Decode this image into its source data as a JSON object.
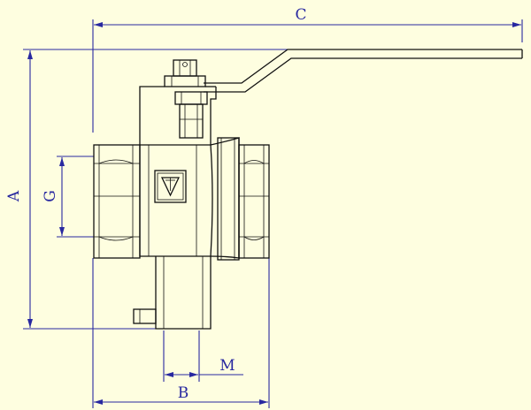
{
  "drawing": {
    "type": "ball valve technical drawing",
    "background_color": "#fefee0",
    "dimension_color": "#2828a0",
    "outline_color": "#111111",
    "logo_icon": "valve-logo-icon",
    "dimensions": {
      "A": "A",
      "B": "B",
      "C": "C",
      "G": "G",
      "M": "M"
    }
  }
}
